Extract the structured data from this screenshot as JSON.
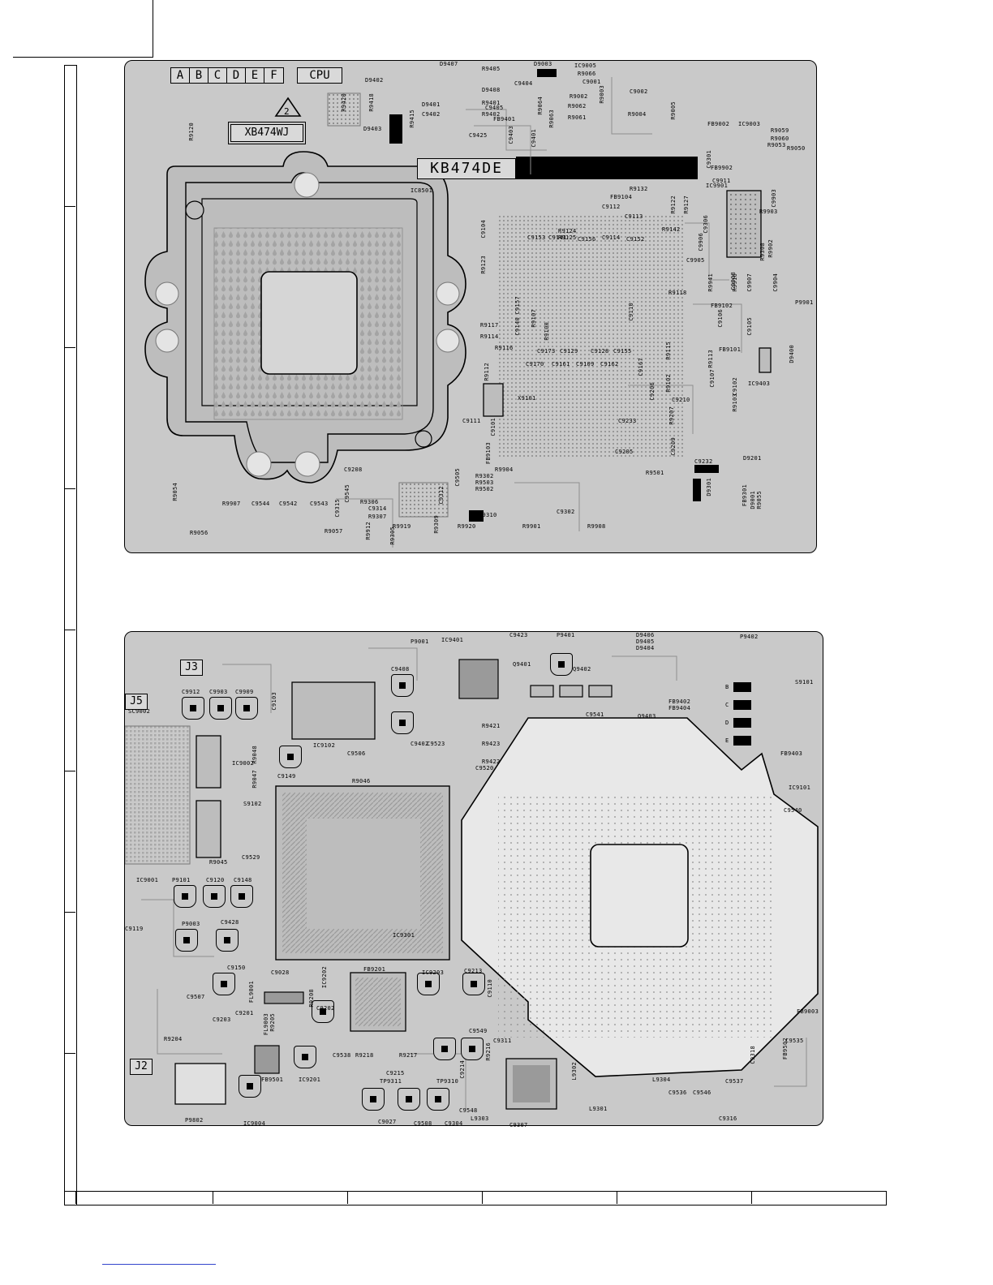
{
  "top_board": {
    "grid_letters": [
      "A",
      "B",
      "C",
      "D",
      "E",
      "F"
    ],
    "cpu_tag": "CPU",
    "warning_number": "2",
    "board_code": "XB474WJ",
    "part_code": "KB474DE",
    "labels": [
      "D9407",
      "R9405",
      "D9003",
      "IC9005",
      "R9066",
      "C9001",
      "C9404",
      "D9408",
      "D9402",
      "R9420",
      "R9418",
      "D9401",
      "C9405",
      "R9401",
      "R9402",
      "FB9401",
      "C9402",
      "R9002",
      "R9062",
      "R9064",
      "C9002",
      "R9004",
      "R9005",
      "R9061",
      "R9003",
      "D9403",
      "R9415",
      "C9425",
      "C9403",
      "C9401",
      "R9063",
      "R9120",
      "FB9002",
      "IC9003",
      "R9059",
      "R9060",
      "R9053",
      "R9050",
      "FB9902",
      "C9911",
      "IC9901",
      "IC8501",
      "R9132",
      "FB9104",
      "C9112",
      "C9113",
      "R9122",
      "R9127",
      "R9142",
      "R9903",
      "C9104",
      "R9123",
      "C9153",
      "C9141",
      "C9156",
      "C9114",
      "C9152",
      "C9906",
      "C9905",
      "R9902",
      "R9118",
      "R9124",
      "R9125",
      "R9941",
      "R9916",
      "P9901",
      "C9110",
      "C9106",
      "FB9102",
      "C9105",
      "R9117",
      "R9114",
      "R9116",
      "C9157",
      "C9140",
      "R9100",
      "R9107",
      "C9173",
      "C9129",
      "C9128",
      "C9155",
      "FB9101",
      "D9400",
      "C9170",
      "C9161",
      "C9109",
      "C9162",
      "C9167",
      "R9115",
      "R9113",
      "IC9403",
      "R9112",
      "C9107",
      "C9102",
      "R9103",
      "X9101",
      "C9206",
      "R9102",
      "C9210",
      "C9111",
      "C9233",
      "R9207",
      "FB9103",
      "C9101",
      "C9209",
      "C9205",
      "C9208",
      "R9904",
      "C9505",
      "R9302",
      "R9503",
      "R9502",
      "R9501",
      "C9232",
      "D9201",
      "R9054",
      "R9907",
      "C9544",
      "C9542",
      "C9543",
      "C9545",
      "C9315",
      "R9306",
      "C9314",
      "R9307",
      "C9312",
      "C9310",
      "C9302",
      "D9301",
      "FB9301",
      "D9001",
      "R9055",
      "R9056",
      "R9057",
      "R9912",
      "R9305",
      "R9309",
      "R9308",
      "C9306",
      "C9301",
      "C9908",
      "C9907",
      "C9904",
      "C9903",
      "R9919",
      "R9920",
      "R9901",
      "R9908"
    ]
  },
  "bottom_board": {
    "connectors": [
      "J3",
      "J5",
      "J2"
    ],
    "side_letters": [
      "B",
      "C",
      "D",
      "E"
    ],
    "labels": [
      "P9001",
      "IC9401",
      "C9423",
      "P9401",
      "D9406",
      "D9405",
      "D9404",
      "P9402",
      "S9101",
      "C9912",
      "C9903",
      "C9909",
      "C9103",
      "IC9102",
      "C9408",
      "Q9401",
      "Q9402",
      "SC9002",
      "IC9002",
      "R9048",
      "R9047",
      "C9149",
      "C9506",
      "C9402",
      "C9523",
      "R9421",
      "R9423",
      "R9422",
      "C9520",
      "C9541",
      "Q9403",
      "FB9402",
      "FB9404",
      "FB9403",
      "S9102",
      "R9046",
      "IC9101",
      "C9540",
      "C9529",
      "R9045",
      "IC9001",
      "P9101",
      "C9120",
      "C9148",
      "C9119",
      "P9003",
      "C9428",
      "C9150",
      "C9028",
      "IC9202",
      "FB9201",
      "IC9203",
      "C9213",
      "C9110",
      "C9507",
      "FL9001",
      "R9208",
      "C9201",
      "C9202",
      "C9203",
      "FL9003",
      "R9205",
      "R9204",
      "FB9003",
      "C9549",
      "C9311",
      "C9535",
      "C9538",
      "R9218",
      "R9217",
      "R9216",
      "L9302",
      "C9318",
      "FB9502",
      "FB9501",
      "IC9201",
      "C9215",
      "TP9311",
      "TP9310",
      "C9214",
      "L9304",
      "C9536",
      "C9546",
      "C9537",
      "C9548",
      "L9303",
      "L9301",
      "C9316",
      "P9802",
      "IC9004",
      "C9027",
      "C9508",
      "C9304",
      "C9307",
      "IC9301"
    ]
  }
}
